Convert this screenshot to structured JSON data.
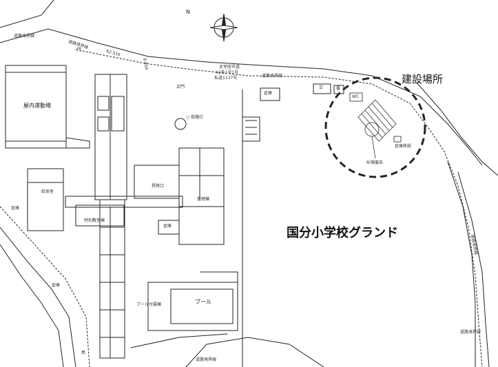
{
  "map": {
    "labels": {
      "construction_site": "建設場所",
      "grounds": "国分小学校グランド",
      "indoor_gym": "屋内運動場",
      "kyushoku": "給食室",
      "kanri": "管理棟",
      "tokubetsu": "特別教室棟",
      "kouji_main": "昇降口",
      "pool": "プール",
      "pool_annex": "プール付属棟",
      "souko": "倉庫",
      "souko_w1": "倉庫",
      "souko_w2": "倉庫",
      "souko_r": "倉庫",
      "souko_move": "倉庫移設",
      "sunaba": "砂場撤去",
      "mon1": "門",
      "mon2": "正門",
      "tori": "鳥",
      "road_top": "道路境界線",
      "road_mid": "道路境界線",
      "road_right": "道路境界線",
      "road_bottom": "道路境界線",
      "road_br": "道路境界線",
      "road_left": "道路境界線",
      "dim1": "62.516",
      "dim2": "8.850",
      "street1": "太宰府市道",
      "street2": "42条1号1号",
      "street3": "私道1137号",
      "wc": "WC",
      "bunko": "交",
      "koban": "番",
      "lamp": "○ 街路灯"
    }
  }
}
